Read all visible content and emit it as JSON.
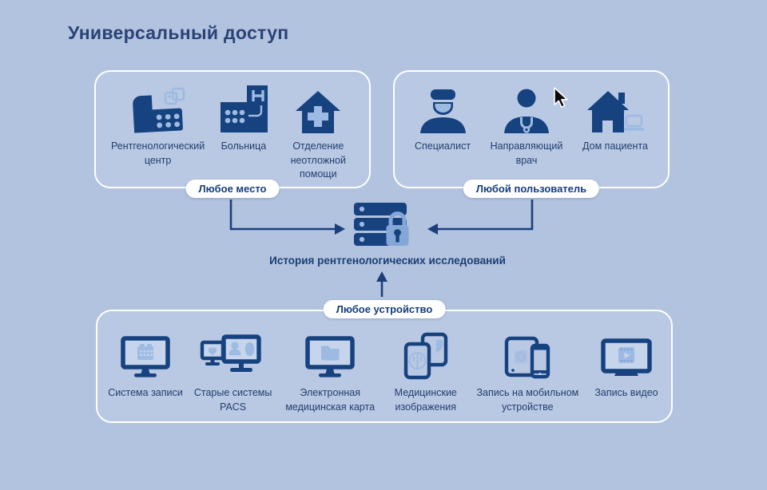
{
  "title": "Универсальный доступ",
  "colors": {
    "bg": "#b1c3df",
    "box": "#b9c8e3",
    "navy": "#16427f",
    "accent": "#9dbae2",
    "accent2": "#84a7d7",
    "screen": "#c7d5ec",
    "text": "#223f6e",
    "line": "#1c3f7b",
    "badge_bg": "#ffffff",
    "title": "#2a4376",
    "cursor": "#0a0a0a"
  },
  "places": {
    "badge": "Любое место",
    "items": [
      {
        "label": "Рентгенологический центр",
        "icon": "radiology-center-icon"
      },
      {
        "label": "Больница",
        "icon": "hospital-icon"
      },
      {
        "label": "Отделение неотложной помощи",
        "icon": "emergency-department-icon"
      }
    ]
  },
  "users": {
    "badge": "Любой пользователь",
    "items": [
      {
        "label": "Специалист",
        "icon": "specialist-icon"
      },
      {
        "label": "Направляющий врач",
        "icon": "referring-doctor-icon"
      },
      {
        "label": "Дом пациента",
        "icon": "patient-home-icon"
      }
    ]
  },
  "devices": {
    "badge": "Любое устройство",
    "items": [
      {
        "label": "Система записи",
        "icon": "recording-system-icon"
      },
      {
        "label": "Старые системы PACS",
        "icon": "legacy-pacs-icon"
      },
      {
        "label": "Электронная медицинская карта",
        "icon": "emr-icon"
      },
      {
        "label": "Медицинские изображения",
        "icon": "medical-images-icon"
      },
      {
        "label": "Запись на мобильном устройстве",
        "icon": "mobile-recording-icon"
      },
      {
        "label": "Запись видео",
        "icon": "video-recording-icon"
      }
    ]
  },
  "hub": {
    "label": "История рентгенологических исследований",
    "icon": "secure-server-icon"
  }
}
